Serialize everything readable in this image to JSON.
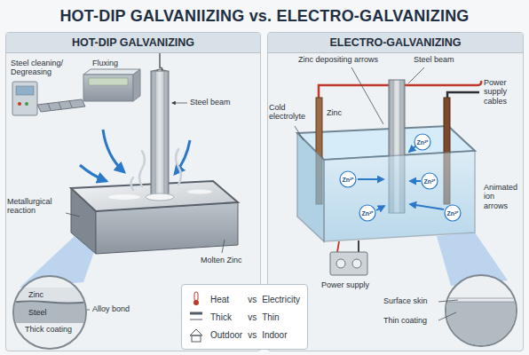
{
  "diagram": {
    "title": "HOT-DIP GALVANIIZING vs. ELECTRO-GALVANIZING",
    "nodes": [
      {
        "text": [
          "HOT-DIP GALVANIZING"
        ]
      },
      {
        "text": [
          "Zinc",
          "Steel"
        ],
        "in": 0
      },
      {
        "text": [
          "ELECTRO-GALVANIZING"
        ]
      },
      {
        "text": [
          "Heat",
          "vs",
          "Electricity",
          "Thick",
          "vs",
          "Thin",
          "Outdoor",
          "vs",
          "Indoor"
        ]
      }
    ],
    "labels": [
      "Steel cleaning/ Degreasing",
      "Fluxing",
      "Steel beam",
      "Metallurgical reaction",
      "Molten Zinc",
      "Alloy bond",
      "Thick coating",
      "Zinc depositing arrows",
      "Steel beam",
      "Cold electrolyte",
      "Zinc",
      "Power supply cables",
      "Zn²⁺",
      "Zn²⁺",
      "Zn²⁺",
      "Zn²⁺",
      "Zn²⁺",
      "Animated ion arrows",
      "Power supply",
      "Surface skin",
      "Thin coating"
    ]
  }
}
